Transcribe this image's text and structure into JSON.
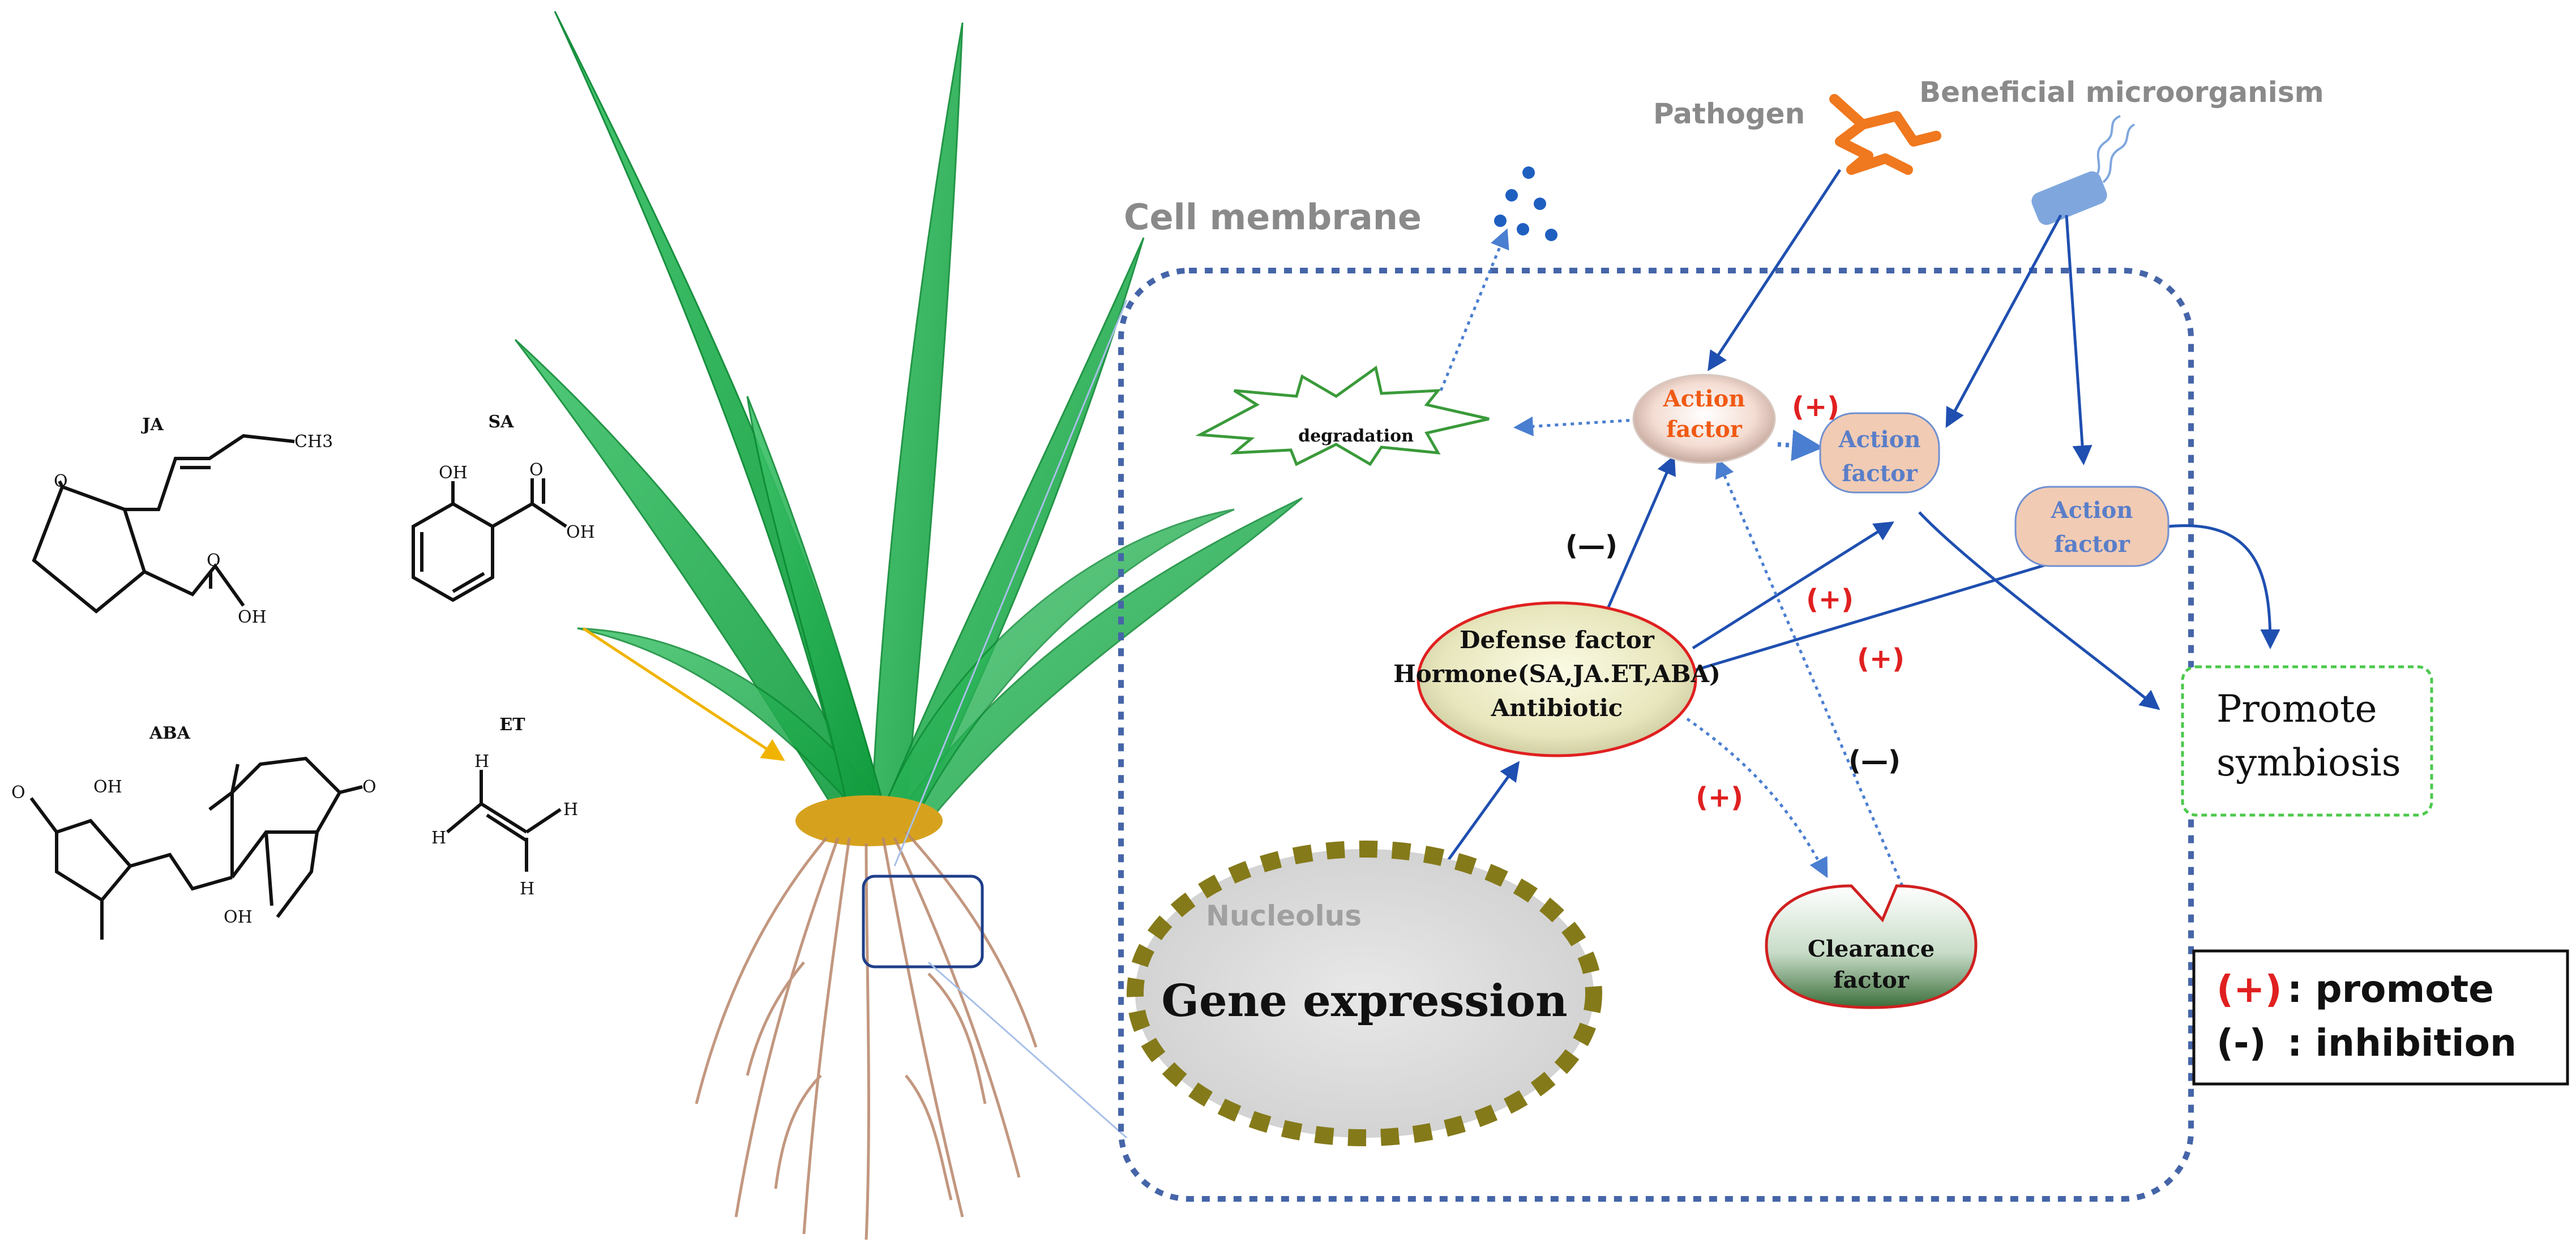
{
  "molecules": {
    "ja": {
      "name": "JA",
      "atoms": {
        "o_ketone": "O",
        "ch3": "CH3",
        "o_acid": "O",
        "oh": "OH"
      }
    },
    "sa": {
      "name": "SA",
      "atoms": {
        "oh_top": "OH",
        "o_acid": "O",
        "oh_acid": "OH"
      }
    },
    "aba": {
      "name": "ABA",
      "atoms": {
        "o_acid": "O",
        "oh_acid": "OH",
        "o_ketone": "O",
        "oh_ring": "OH"
      }
    },
    "et": {
      "name": "ET",
      "atoms": {
        "h": "H"
      }
    }
  },
  "cell": {
    "membrane_label": "Cell membrane",
    "nucleolus_label": "Nucleolus",
    "gene_expression": "Gene expression",
    "degradation": "degradation",
    "pathogen": "Pathogen",
    "beneficial": "Beneficial microorganism",
    "action_factor_1": [
      "Action",
      "factor"
    ],
    "action_factor_2": [
      "Action",
      "factor"
    ],
    "action_factor_3": [
      "Action",
      "factor"
    ],
    "defense_factor": [
      "Defense factor",
      "Hormone(SA,JA.ET,ABA)",
      "Antibiotic"
    ],
    "clearance_factor": [
      "Clearance",
      "factor"
    ],
    "promote_symbiosis": [
      "Promote",
      "symbiosis"
    ]
  },
  "signs": {
    "plus": "(+)",
    "minus": "(—)"
  },
  "legend": {
    "promote_sign": "(+)",
    "promote_text": ":  promote",
    "inhibit_sign": "(-)",
    "inhibit_text": ":  inhibition"
  },
  "colors": {
    "arrow_blue": "#1f4fb0",
    "dotted_blue": "#4a7ed0",
    "membrane": "#4565a8",
    "leaf_green": "#17a84a",
    "nucleus_border": "#857a1a",
    "plus_red": "#e02020",
    "action_orange": "#f05a14",
    "action_blue": "#5a7ec8",
    "symbiosis_border": "#4cc94c"
  }
}
